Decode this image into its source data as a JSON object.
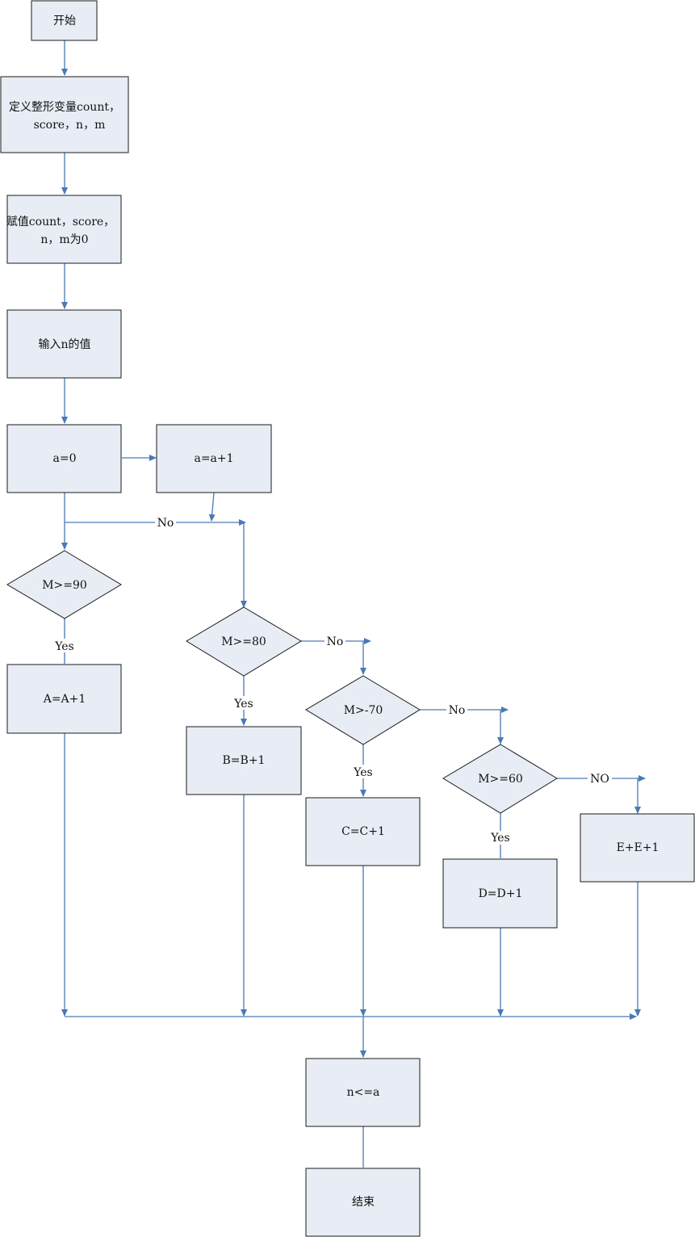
{
  "nodes": {
    "start": "开始",
    "declare_line1": "定义整形变量count，",
    "declare_line2": "score，n，m",
    "assign_line1": "赋值count，score，",
    "assign_line2": "n，m为0",
    "input": "输入n的值",
    "init_a": "a=0",
    "inc_a": "a=a+1",
    "cond90": "M>=90",
    "cond80": "M>=80",
    "cond70": "M>-70",
    "cond60": "M>=60",
    "inc_A": "A=A+1",
    "inc_B": "B=B+1",
    "inc_C": "C=C+1",
    "inc_D": "D=D+1",
    "inc_E": "E+E+1",
    "loop_cond": "n<=a",
    "end": "结束"
  },
  "labels": {
    "no_top": "No",
    "yes90": "Yes",
    "no80": "No",
    "yes80": "Yes",
    "no70": "No",
    "yes70": "Yes",
    "no60": "NO",
    "yes60": "Yes"
  },
  "colors": {
    "box_fill": "#e8edf5",
    "connector": "#4a7ab5"
  }
}
